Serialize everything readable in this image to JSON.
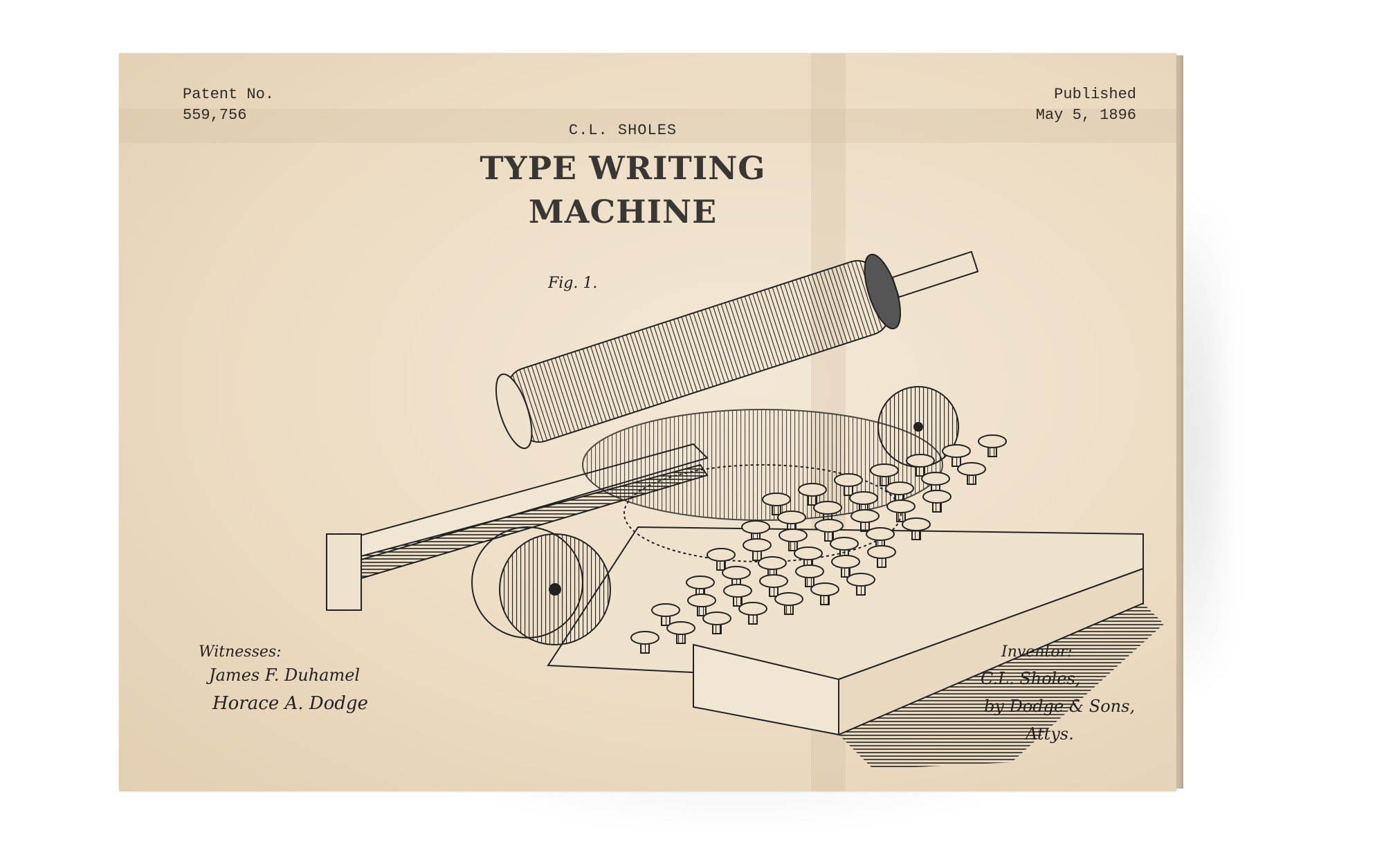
{
  "patent": {
    "number_label": "Patent No.",
    "number": "559,756",
    "published_label": "Published",
    "published_date": "May 5, 1896",
    "inventor_header": "C.L. SHOLES",
    "title_line1": "TYPE WRITING",
    "title_line2": "MACHINE",
    "figure_label": "Fig. 1.",
    "witnesses_label": "Witnesses:",
    "witnesses": [
      "James F. Duhamel",
      "Horace A. Dodge"
    ],
    "inventor_label": "Inventor:",
    "inventor_signature": [
      "C.L. Sholes,",
      "by Dodge & Sons,",
      "Attys."
    ]
  },
  "colors": {
    "paper": "#ecdcc3",
    "ink": "#2e2a27",
    "background": "#ffffff"
  }
}
